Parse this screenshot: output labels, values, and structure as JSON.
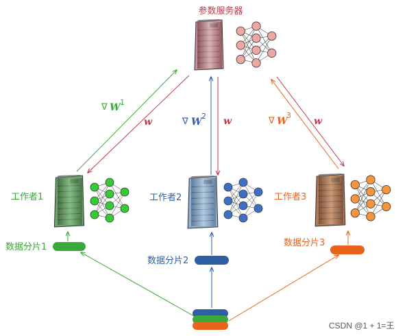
{
  "server": {
    "title": "参数服务器"
  },
  "workers": [
    {
      "label": "工作者1",
      "shard": "数据分片1",
      "grad_sup": "1"
    },
    {
      "label": "工作者2",
      "shard": "数据分片2",
      "grad_sup": "2"
    },
    {
      "label": "工作者3",
      "shard": "数据分片3",
      "grad_sup": "3"
    }
  ],
  "symbols": {
    "nabla": "∇",
    "w": "w",
    "W": "W"
  },
  "watermark": "CSDN @1 + 1=王",
  "colors": {
    "server": "#c0394b",
    "worker1": "#3aa83a",
    "worker2": "#2e5fa3",
    "worker3": "#e8631c",
    "down_arrow": "#c0394b"
  },
  "icons": [
    "server-icon",
    "neural-network-icon",
    "data-disk-icon"
  ]
}
